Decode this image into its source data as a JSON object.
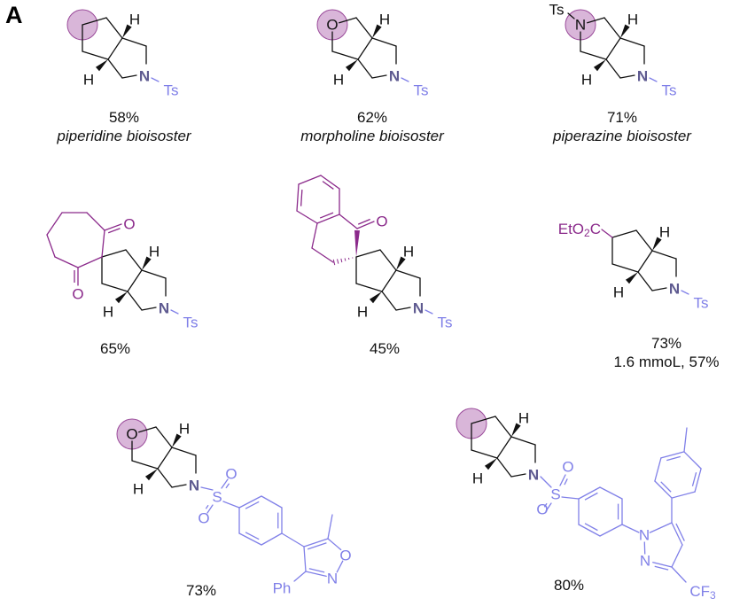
{
  "panel_label": "A",
  "colors": {
    "bond": "#111111",
    "highlight": "#8b2a8b",
    "appendage": "#8080e8",
    "nitrogen": "#5e5a90",
    "circle_fill": "#d9b6d9",
    "circle_stroke": "#9a4a9a"
  },
  "atoms": {
    "H": "H",
    "N": "N",
    "O": "O",
    "Ts": "Ts",
    "S": "S",
    "Ph": "Ph",
    "CF3": [
      "CF",
      "3"
    ],
    "EtO2C": [
      "EtO",
      "2",
      "C"
    ]
  },
  "compounds": [
    {
      "yield": "58%",
      "note": "piperidine bioisoster"
    },
    {
      "yield": "62%",
      "note": "morpholine bioisoster"
    },
    {
      "yield": "71%",
      "note": "piperazine bioisoster"
    },
    {
      "yield": "65%"
    },
    {
      "yield": "45%"
    },
    {
      "yield": "73%",
      "note": "1.6 mmoL, 57%"
    },
    {
      "yield": "73%"
    },
    {
      "yield": "80%"
    }
  ]
}
